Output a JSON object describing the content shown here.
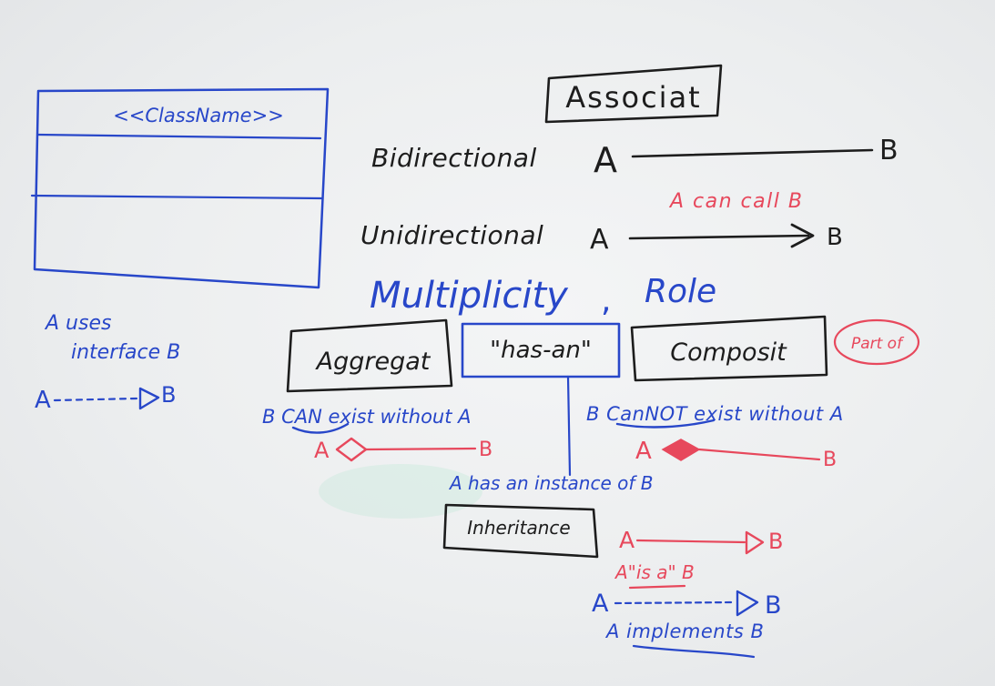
{
  "class_box": {
    "stereotype": "<<ClassName>>"
  },
  "interface_note": {
    "line1": "A uses",
    "line2": "interface B",
    "arrow_from": "A",
    "arrow_to": "B"
  },
  "association": {
    "title": "Associat",
    "bidirectional_label": "Bidirectional",
    "bidirectional_from": "A",
    "bidirectional_to": "B",
    "unidirectional_label": "Unidirectional",
    "unidirectional_note": "A can call B",
    "unidirectional_from": "A",
    "unidirectional_to": "B"
  },
  "multiplicity_role": {
    "text1": "Multiplicity",
    "comma": ",",
    "text2": "Role"
  },
  "aggregation": {
    "box": "Aggregat",
    "note": "B CAN exist without A",
    "arrow_from": "A",
    "arrow_to": "B"
  },
  "has_a": {
    "box": "\"has-an\"",
    "note": "A has an instance of B"
  },
  "composition": {
    "box": "Composit",
    "badge": "Part of",
    "note": "B CanNOT exist without A",
    "arrow_from": "A",
    "arrow_to": "B"
  },
  "inheritance": {
    "box": "Inheritance",
    "arrow_from": "A",
    "arrow_to": "B",
    "isa_note": "A\"is a\" B",
    "impl_from": "A",
    "impl_to": "B",
    "impl_note": "A implements B"
  },
  "colors": {
    "blue_marker": "#2847c9",
    "black_marker": "#1d1d1d",
    "red_marker": "#e7485c",
    "board": "#eceeef"
  }
}
